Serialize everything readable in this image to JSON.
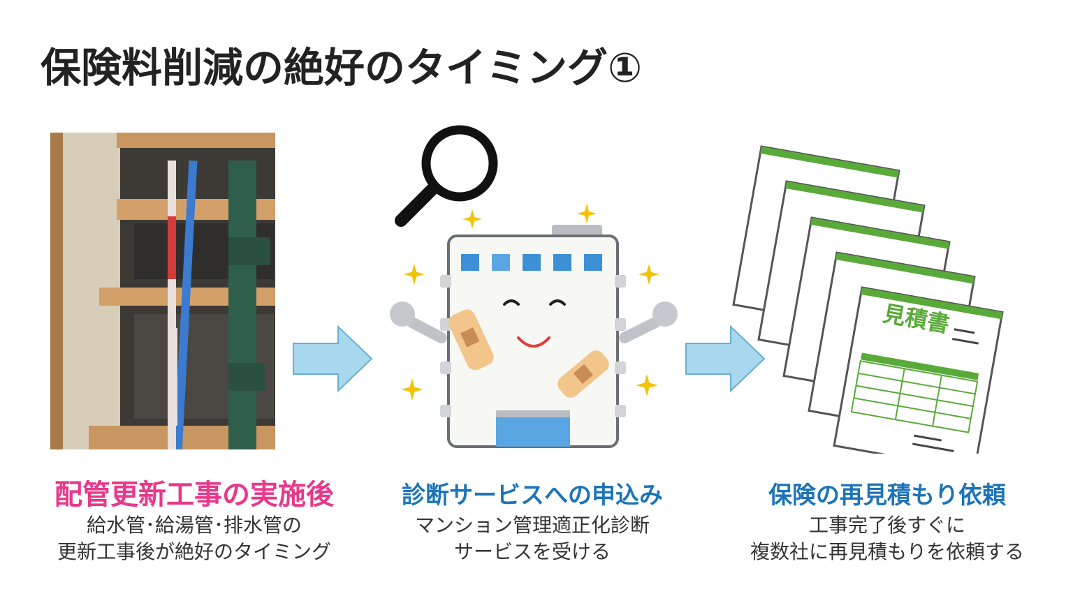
{
  "title": "保険料削減の絶好のタイミング①",
  "colors": {
    "step1_heading": "#e8388a",
    "step2_heading": "#1c74b8",
    "step3_heading": "#1c74b8",
    "arrow_fill": "#a8d8ee",
    "estimate_green": "#5aaa3a"
  },
  "steps": [
    {
      "heading": "配管更新工事の実施後",
      "desc_line1": "給水管･給湯管･排水管の",
      "desc_line2": "更新工事後が絶好のタイミング"
    },
    {
      "heading": "診断サービスへの申込み",
      "desc_line1": "マンション管理適正化診断",
      "desc_line2": "サービスを受ける"
    },
    {
      "heading": "保険の再見積もり依頼",
      "desc_line1": "工事完了後すぐに",
      "desc_line2": "複数社に再見積もりを依頼する"
    }
  ],
  "estimate_label": "見積書",
  "icons": [
    "magnifier-icon",
    "sparkle-icon",
    "arrow-right-icon"
  ]
}
